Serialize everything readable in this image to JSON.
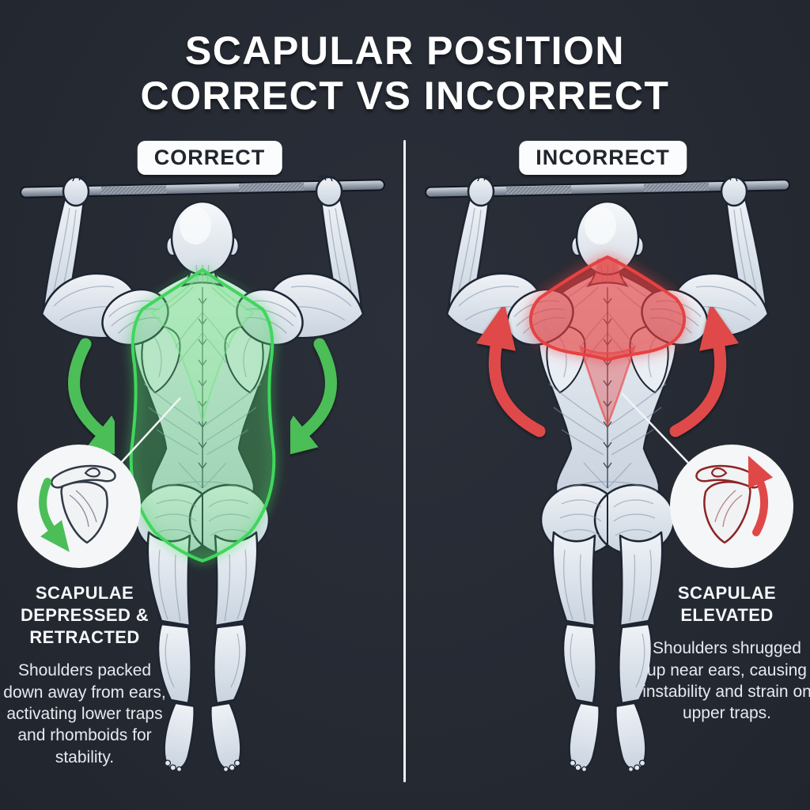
{
  "title": {
    "line1": "SCAPULAR POSITION",
    "line2": "CORRECT VS INCORRECT"
  },
  "panels": [
    {
      "badge": "CORRECT",
      "inset_heading": "SCAPULAE DEPRESSED & RETRACTED",
      "inset_description": "Shoulders packed down away from ears, activating lower traps and rhomboids for stability.",
      "highlight_color": "#3fd65c",
      "arrow_color": "#4cbe58",
      "arrow_direction": "down",
      "icons": [
        "down-arrow-icon",
        "scapula-icon"
      ]
    },
    {
      "badge": "INCORRECT",
      "inset_heading": "SCAPULAE ELEVATED",
      "inset_description": "Shoulders shrugged up near ears, causing instability and strain on upper traps.",
      "highlight_color": "#e64545",
      "arrow_color": "#e04848",
      "arrow_direction": "up",
      "icons": [
        "up-arrow-icon",
        "scapula-icon"
      ]
    }
  ],
  "colors": {
    "background": "#262a33",
    "divider": "#eef1f4",
    "badge_background": "#fbfcfd",
    "badge_text": "#20262f",
    "title_text": "#ffffff",
    "body_fill": "#e3e8ee",
    "outline": "#1e2532",
    "correct_green": "#3fd65c",
    "incorrect_red": "#e64545"
  }
}
